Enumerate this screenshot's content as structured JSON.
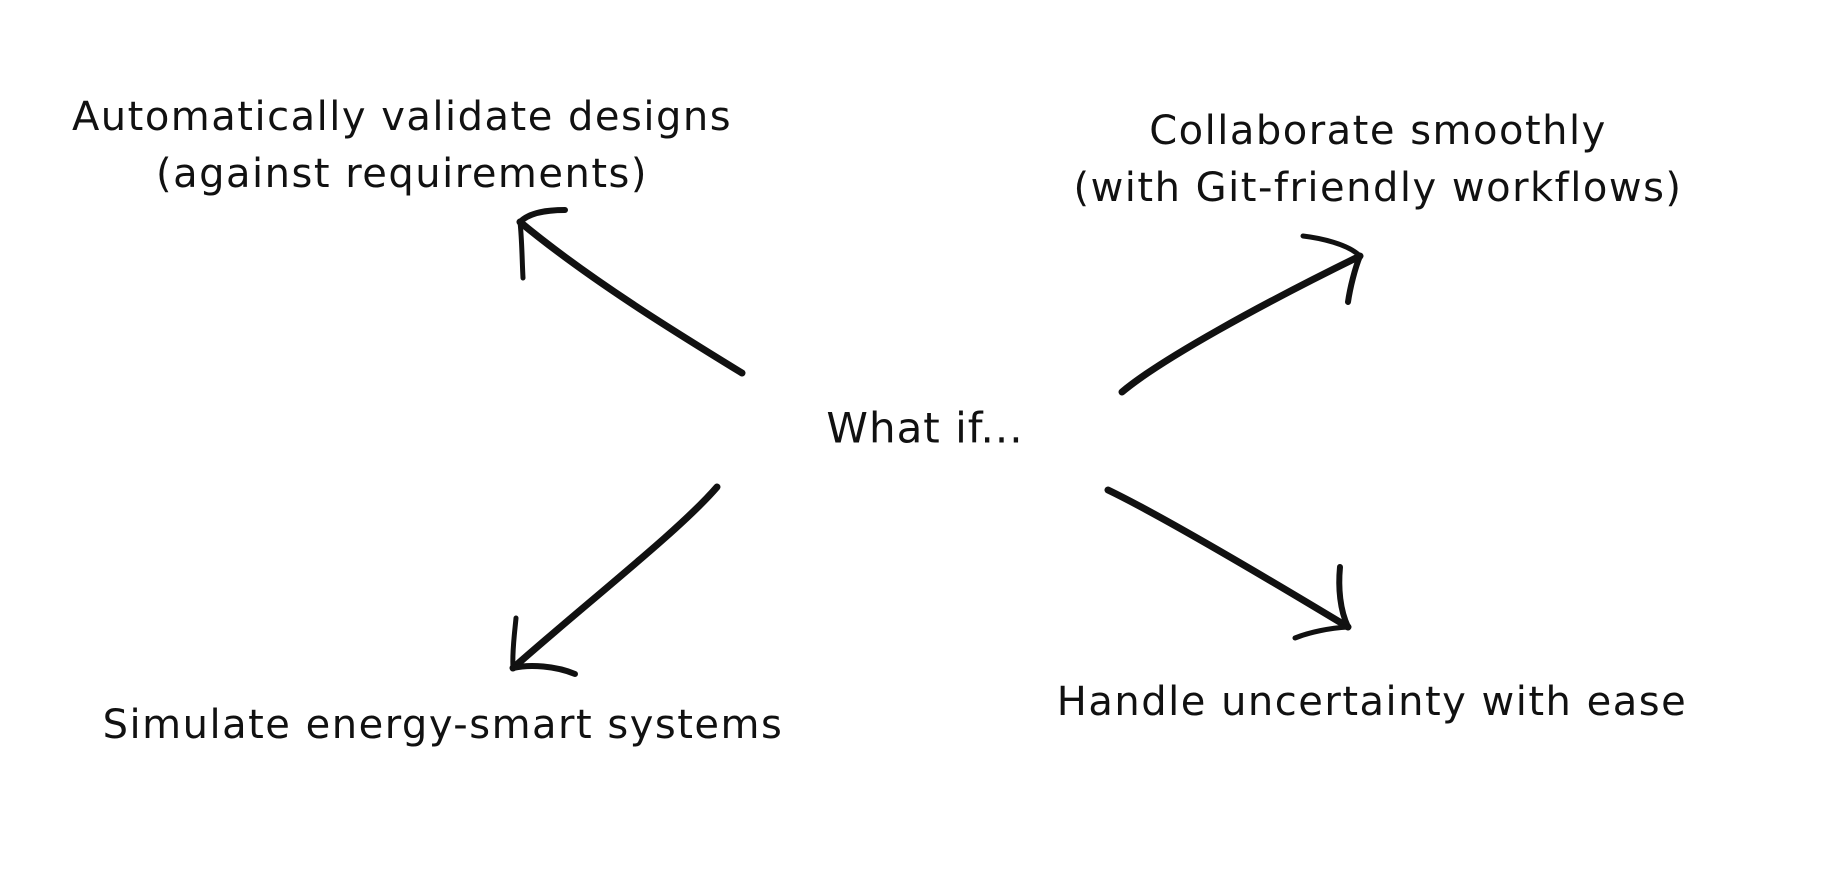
{
  "center": {
    "text": "What if..."
  },
  "branches": {
    "top_left": {
      "line1": "Automatically validate designs",
      "line2": "(against requirements)"
    },
    "top_right": {
      "line1": "Collaborate smoothly",
      "line2": "(with Git-friendly workflows)"
    },
    "bottom_left": {
      "line1": "Simulate energy-smart systems"
    },
    "bottom_right": {
      "line1": "Handle uncertainty with ease"
    }
  },
  "colors": {
    "ink": "#111111",
    "background": "#ffffff"
  },
  "icons": [
    "arrow-up-left-icon",
    "arrow-up-right-icon",
    "arrow-down-left-icon",
    "arrow-down-right-icon"
  ]
}
